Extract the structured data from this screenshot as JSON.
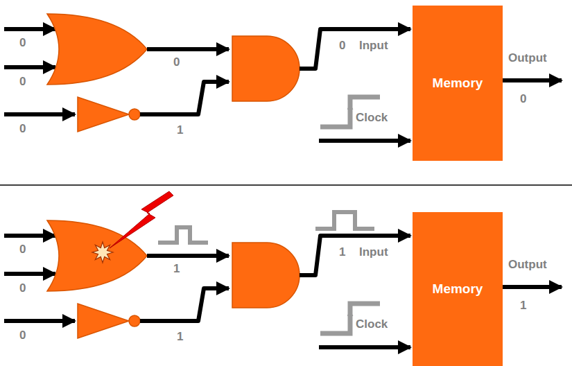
{
  "diagram": {
    "nodes": [
      {
        "text": [
          "Memory"
        ]
      },
      {
        "text": [
          "Memory"
        ]
      }
    ],
    "labels": [
      "0",
      "0",
      "0",
      "0",
      "1",
      "0",
      "Input",
      "Clock",
      "Output",
      "0",
      "0",
      "0",
      "0",
      "1",
      "1",
      "1",
      "Input",
      "Clock",
      "Output",
      "1"
    ]
  }
}
